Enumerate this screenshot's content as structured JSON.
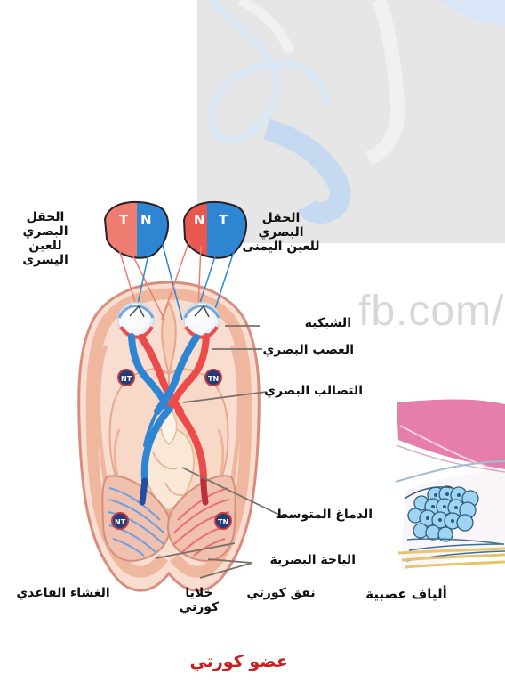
{
  "labels": {
    "left_visual_field": "الحقل البصري للعين اليسرى",
    "right_visual_field": "الحقل البصري للعين اليمنى",
    "retina": "الشبكية",
    "optic_nerve": "العصب البصري",
    "optic_chiasm": "التصالب البصري",
    "midbrain": "الدماغ المتوسط",
    "visual_area": "الباحة البصرية",
    "corti_tunnel": "نفق كورتي",
    "basilar_membrane": "الغشاء القاعدي",
    "corti_cells": "خلايا كورتي",
    "nerve_fibers": "ألياف عصبية",
    "organ_of_corti": "عضو كورتي"
  },
  "field_letters": {
    "left_eye_left": "T",
    "left_eye_right": "N",
    "right_eye_left": "N",
    "right_eye_right": "T"
  },
  "small_markers": {
    "left_upper": "NT",
    "right_upper": "TN",
    "left_lower": "NT",
    "right_lower": "TN"
  },
  "watermark": "fb.com/",
  "colors": {
    "red": "#e83f3f",
    "blue": "#2e86d2",
    "salmon": "#ef7c70",
    "light_blue": "#8ac5ec",
    "beige": "#f2c8ae",
    "light_beige": "#f7dfcf",
    "pink": "#e47aa9",
    "gray": "#e6e6e6",
    "title_red": "#c91f1f"
  }
}
